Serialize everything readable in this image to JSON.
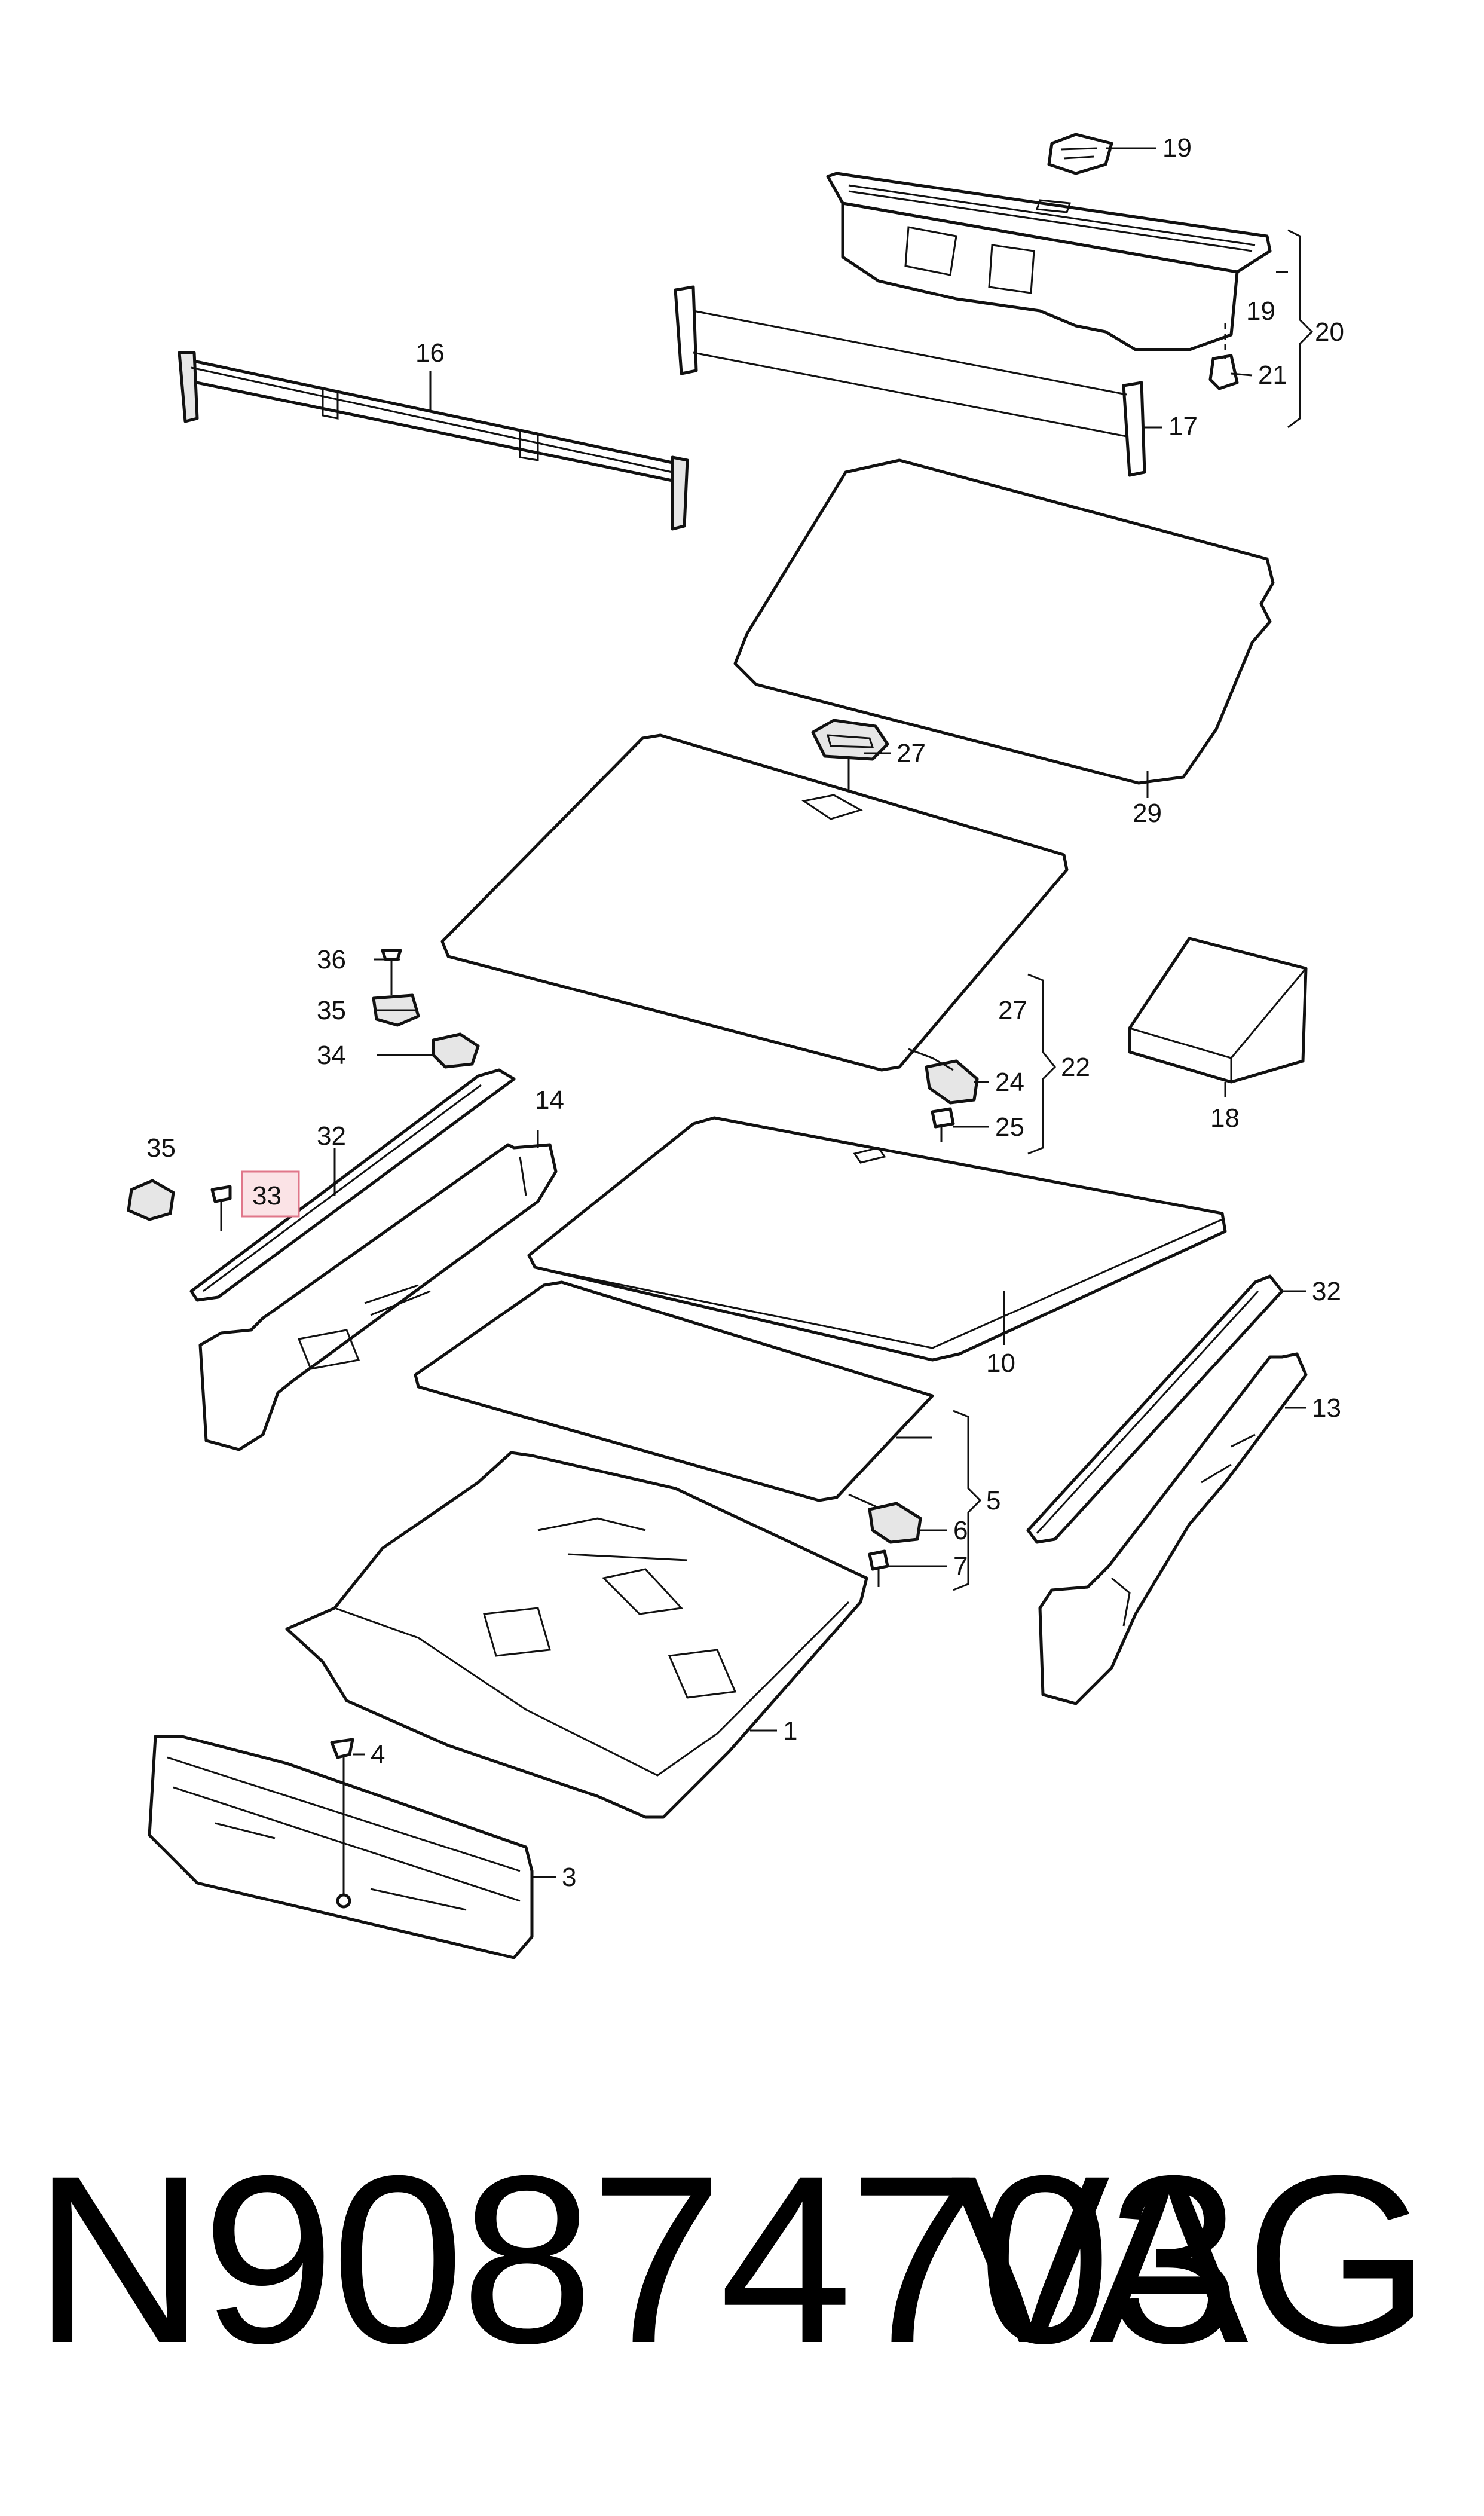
{
  "callouts": {
    "c1": "1",
    "c3": "3",
    "c4": "4",
    "c5": "5",
    "c6": "6",
    "c7": "7",
    "c10": "10",
    "c13": "13",
    "c14": "14",
    "c16": "16",
    "c17": "17",
    "c18": "18",
    "c19a": "19",
    "c19b": "19",
    "c20": "20",
    "c21": "21",
    "c22": "22",
    "c24": "24",
    "c25": "25",
    "c27a": "27",
    "c27b": "27",
    "c29": "29",
    "c32a": "32",
    "c32b": "32",
    "c33": "33",
    "c34": "34",
    "c35a": "35",
    "c35b": "35",
    "c36": "36"
  },
  "caption": {
    "part_number": "N90874703",
    "brand": "VAG"
  },
  "colors": {
    "line": "#111111",
    "highlight_fill": "#fbe3e6",
    "highlight_stroke": "#e0778a"
  }
}
